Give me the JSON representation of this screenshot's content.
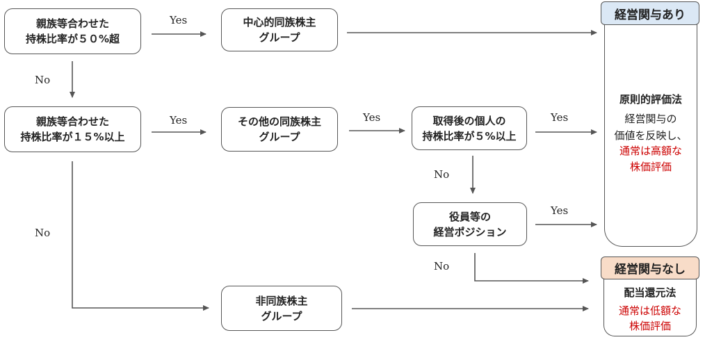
{
  "nodes": {
    "q50": [
      "親族等合わせた",
      "持株比率が５０%超"
    ],
    "central": [
      "中心的同族株主",
      "グループ"
    ],
    "q15": [
      "親族等合わせた",
      "持株比率が１５%以上"
    ],
    "other": [
      "その他の同族株主",
      "グループ"
    ],
    "q5": [
      "取得後の個人の",
      "持株比率が５%以上"
    ],
    "officer": [
      "役員等の",
      "経営ポジション"
    ],
    "non": [
      "非同族株主",
      "グループ"
    ]
  },
  "edges": {
    "yes": "Yes",
    "no": "No"
  },
  "results": {
    "involved": {
      "title": "経営関与あり",
      "method": "原則的評価法",
      "desc1": "経営関与の",
      "desc2": "価値を反映し、",
      "desc3": "通常は高額な",
      "desc4": "株価評価"
    },
    "not_involved": {
      "title": "経営関与なし",
      "method": "配当還元法",
      "desc1": "通常は低額な",
      "desc2": "株価評価"
    }
  },
  "colors": {
    "involved_header": "#dbe8f5",
    "not_involved_header": "#f8dcc8",
    "highlight_text": "#cc0000",
    "line": "#555555"
  }
}
